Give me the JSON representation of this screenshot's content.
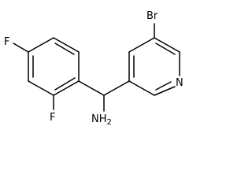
{
  "molecule": {
    "atom_labels": {
      "bromine": "Br",
      "fluorine_top": "F",
      "fluorine_bottom": "F",
      "pyridine_nitrogen": "N",
      "amine": "NH",
      "amine_subscript": "2"
    },
    "colors": {
      "bond": "#000000",
      "label": "#000000",
      "background": "#ffffff"
    }
  }
}
